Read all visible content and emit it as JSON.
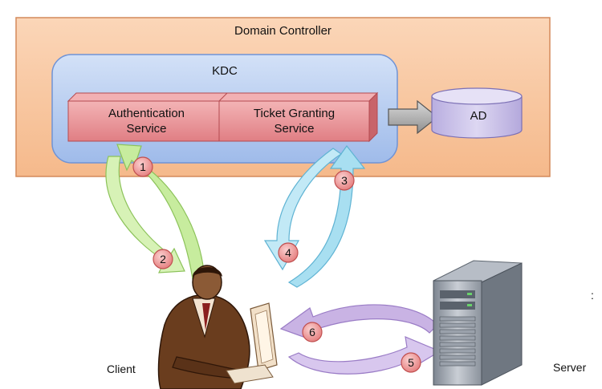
{
  "domain_controller": {
    "label": "Domain Controller"
  },
  "kdc": {
    "label": "KDC"
  },
  "authentication_service": {
    "line1": "Authentication",
    "line2": "Service"
  },
  "ticket_granting_service": {
    "line1": "Ticket Granting",
    "line2": "Service"
  },
  "ad": {
    "label": "AD"
  },
  "client": {
    "label": "Client"
  },
  "server": {
    "label": "Server"
  },
  "steps": [
    "1",
    "2",
    "3",
    "4",
    "5",
    "6"
  ],
  "side_mark": ":",
  "colors": {
    "domain_controller_fill": "#f8c9a4",
    "domain_controller_border": "#d48a5b",
    "kdc_fill": "#b8cdf0",
    "kdc_border": "#6f93d6",
    "service_fill": "#e58a8f",
    "service_border": "#b44a50",
    "ad_fill": "#cbc3ea",
    "ad_border": "#7c70b5",
    "green_arrow": "#c7ec9e",
    "blue_arrow": "#a8dff1",
    "purple_arrow": "#c9b3e4",
    "step_badge": "#ef9a9a"
  }
}
